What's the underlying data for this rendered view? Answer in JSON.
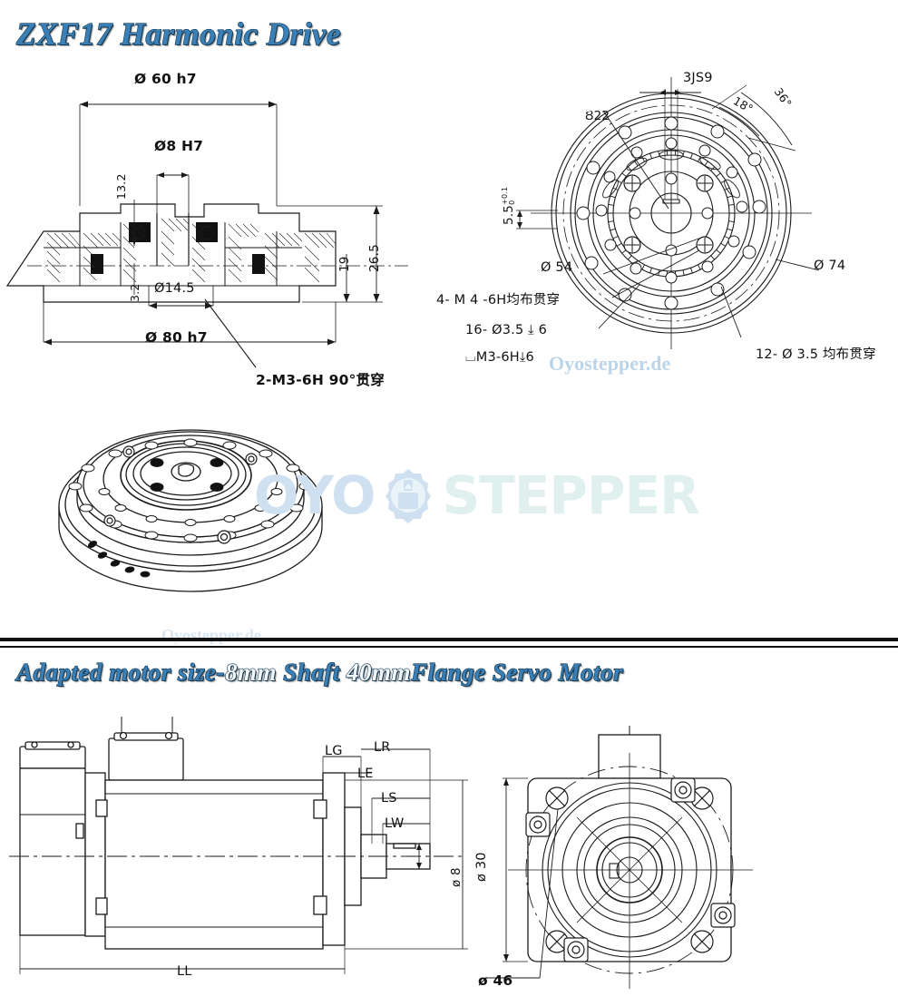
{
  "titles": {
    "main": "ZXF17 Harmonic Drive",
    "motor_prefix": "Adapted motor size-",
    "motor_shaft": "8mm",
    "motor_mid": " Shaft  ",
    "motor_flange": "40mm",
    "motor_suffix": "Flange Servo Motor"
  },
  "watermarks": {
    "right_label": "Oyostepper.de",
    "mid_label": "Oyostepper.de",
    "big_left": "OYO",
    "big_right": "STEPPER",
    "gear_icon": "gear-motor-icon"
  },
  "section_drive": {
    "cross_section": {
      "outer_diameter": "Ø 60 h7",
      "bore_diameter": "Ø8 H7",
      "height_13_2": "13.2",
      "height_3_2": "3.2",
      "counter_bore": "Ø14.5",
      "flange_diameter": "Ø 80 h7",
      "thread_note": "2-M3-6H 90°贯穿",
      "depth_19": "19",
      "depth_26_5": "26.5"
    },
    "face_view": {
      "key_width": "3JS9",
      "inner_diameter": "Ȣ22",
      "angle_18": "18°",
      "angle_36": "36°",
      "keyway_depth": "5.5",
      "keyway_tol_upper": "+0.1",
      "keyway_tol_lower": "0",
      "bolt_circle_54": "Ø 54",
      "bolt_circle_74": "Ø 74",
      "note_m4": "4- M 4 -6H均布贯穿",
      "note_16_holes": "16- Ø3.5 ⤓ 6",
      "note_counterbore": "⌴M3-6H⤓6",
      "note_12_holes": "12- Ø 3.5 均布贯穿"
    },
    "iso_view_name": "harmonic-drive-isometric"
  },
  "section_motor": {
    "side_view": {
      "lg": "LG",
      "lr": "LR",
      "le": "LE",
      "ls": "LS",
      "lw": "LW",
      "ll": "LL",
      "shaft_diameter": "ø 8",
      "flange_pilot": "ø 30"
    },
    "face_view": {
      "bolt_circle": "ø 46"
    }
  },
  "colors": {
    "title_blue": "#3a7fb5",
    "title_outline": "#16384f",
    "line": "#1a1a1a",
    "watermark": "#bcd4e8",
    "watermark_big": "#dff0ef"
  }
}
